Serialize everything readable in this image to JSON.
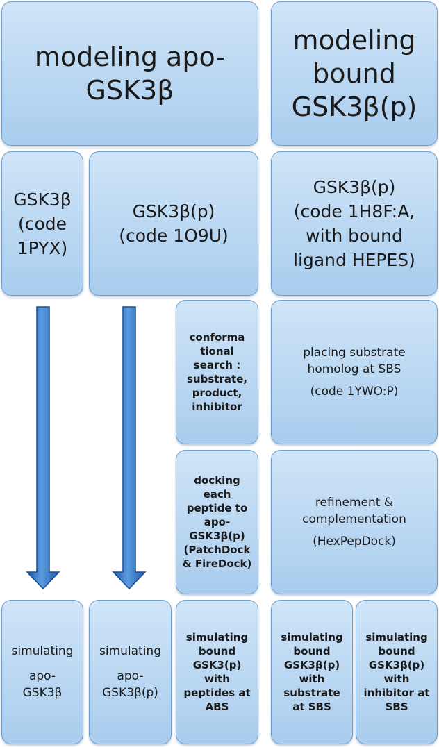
{
  "header_apo": [
    "modeling apo-",
    "GSK3β"
  ],
  "header_bound": [
    "modeling",
    "bound",
    "GSK3β(p)"
  ],
  "struct_1pyx": [
    "GSK3β",
    "(code",
    "1PYX)"
  ],
  "struct_1o9u": [
    "GSK3β(p)",
    "(code  1O9U)"
  ],
  "struct_1h8f": [
    "GSK3β(p)",
    "(code 1H8F:A,",
    "with bound",
    "ligand HEPES)"
  ],
  "conf_search": [
    "conforma",
    "tional",
    "search :",
    "substrate,",
    "product,",
    "inhibitor"
  ],
  "placing": [
    "placing substrate",
    "homolog at SBS",
    "(code 1YWO:P)"
  ],
  "docking": [
    "docking",
    "each",
    "peptide to",
    "apo-",
    "GSK3β(p)",
    "(PatchDock",
    "& FireDock)"
  ],
  "refinement": [
    "refinement &",
    "complementation",
    "(HexPepDock)"
  ],
  "sim_apo": [
    "simulating",
    "apo-",
    "GSK3β"
  ],
  "sim_apo_p": [
    "simulating",
    "apo-",
    "GSK3β(p)"
  ],
  "sim_abs": [
    "simulating",
    "bound",
    "GSK3(p)",
    "with",
    "peptides at",
    "ABS"
  ],
  "sim_sub": [
    "simulating",
    "bound",
    "GSK3β(p)",
    "with",
    "substrate",
    "at SBS"
  ],
  "sim_inh": [
    "simulating",
    "bound",
    "GSK3β(p)",
    "with",
    "inhibitor at",
    "SBS"
  ],
  "colors": {
    "box_top": "#cfe4f7",
    "box_bottom": "#a9cdee",
    "border": "#6f9fcf",
    "arrow": "#2f6fc4"
  }
}
